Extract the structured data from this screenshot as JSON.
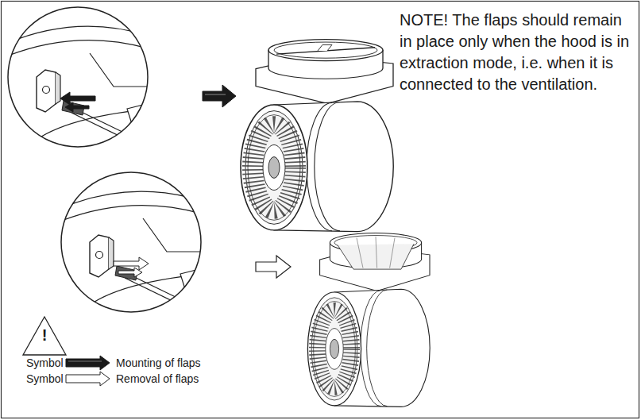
{
  "diagram": {
    "labels": [
      "NOTE! The flaps should remain in place only when the hood is in extraction mode, i.e. when it is connected to the ventilation.",
      "!",
      "Symbol",
      "Symbol"
    ],
    "legend": [
      {
        "text": "Mounting of flaps"
      },
      {
        "text": "Removal of flaps"
      }
    ]
  }
}
